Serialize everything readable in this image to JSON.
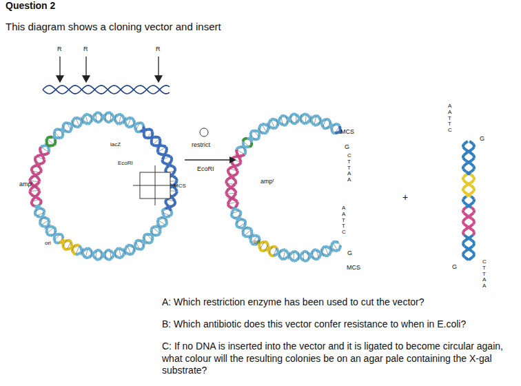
{
  "diagram": {
    "title": "Question 2",
    "labels": [
      "This diagram shows a cloning vector and insert",
      "R",
      "R",
      "R",
      "lacZ",
      "ampʳ",
      "EcoRI",
      "MCS",
      "ori",
      "restrict",
      "EcoRI",
      "ampʳ",
      "ori",
      "MCS",
      "G",
      "CTTAA",
      "AATTC",
      "G",
      "MCS",
      "+",
      "AATTC",
      "G",
      "G",
      "CTTAA",
      "A: Which restriction enzyme has been used to cut the vector?",
      "B: Which antibiotic does this vector confer resistance to when in E.coli?",
      "C: If no DNA is inserted into the vector and it is ligated to become circular again, what colour will the resulting colonies be on an agar pale containing the X-gal substrate?"
    ]
  }
}
